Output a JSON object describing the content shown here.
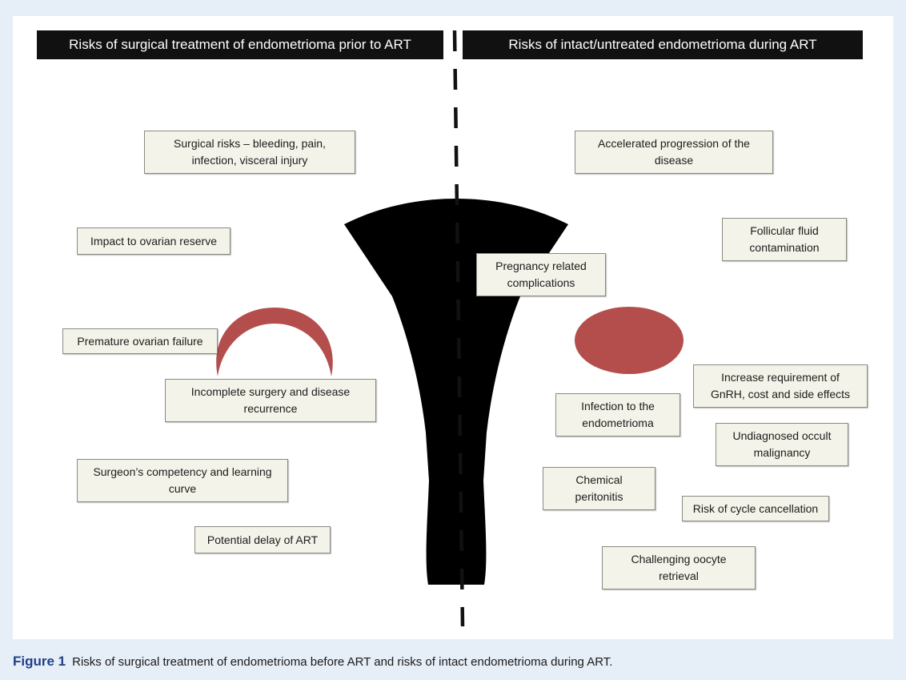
{
  "headers": {
    "left": "Risks of surgical treatment of endometrioma prior to ART",
    "right": "Risks of intact/untreated endometrioma during ART"
  },
  "left_boxes": [
    {
      "line1": "Surgical risks – bleeding, pain,",
      "line2": "infection, visceral injury"
    },
    {
      "line1": "Impact to ovarian reserve",
      "line2": ""
    },
    {
      "line1": "Premature ovarian failure",
      "line2": ""
    },
    {
      "line1": "Incomplete surgery and disease",
      "line2": "recurrence"
    },
    {
      "line1": "Surgeon’s competency and learning",
      "line2": "curve"
    },
    {
      "line1": "Potential delay of ART",
      "line2": ""
    }
  ],
  "right_boxes": [
    {
      "line1": "Accelerated progression of the",
      "line2": "disease"
    },
    {
      "line1": "Follicular fluid",
      "line2": "contamination"
    },
    {
      "line1": "Pregnancy related",
      "line2": "complications"
    },
    {
      "line1": "Increase requirement of",
      "line2": "GnRH, cost and side effects"
    },
    {
      "line1": "Infection to the",
      "line2": "endometrioma"
    },
    {
      "line1": "Undiagnosed occult",
      "line2": "malignancy"
    },
    {
      "line1": "Chemical",
      "line2": "peritonitis"
    },
    {
      "line1": "Risk of cycle cancellation",
      "line2": ""
    },
    {
      "line1": "Challenging oocyte",
      "line2": "retrieval"
    }
  ],
  "caption": {
    "label": "Figure 1",
    "text": "Risks of surgical treatment of endometrioma before ART and risks of intact endometrioma during ART."
  },
  "colors": {
    "left_uterus": "#b56262",
    "left_fill": "#f3dede",
    "right_uterus": "#6f9fb7",
    "right_fill": "#dcebf4",
    "endometrioma": "#b44e4c",
    "figure_label": "#1f3f86"
  }
}
